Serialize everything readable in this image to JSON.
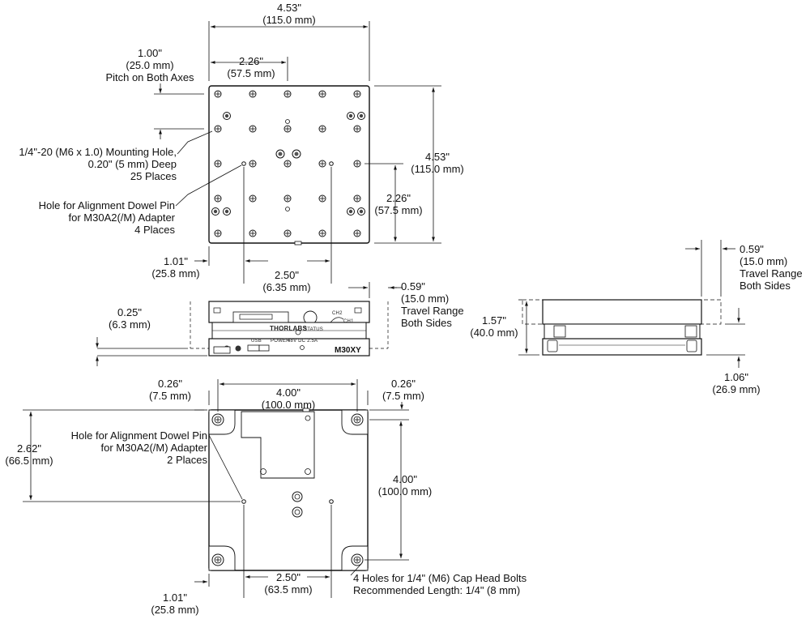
{
  "top_view": {
    "width_in": "4.53\"",
    "width_mm": "(115.0 mm)",
    "pitch_in": "1.00\"",
    "pitch_mm": "(25.0 mm)",
    "pitch_note": "Pitch on Both Axes",
    "half_in": "2.26\"",
    "half_mm": "(57.5 mm)",
    "height_in": "4.53\"",
    "height_mm": "(115.0 mm)",
    "right_half_in": "2.26\"",
    "right_half_mm": "(57.5 mm)",
    "mount_line1": "1/4\"-20 (M6 x 1.0) Mounting Hole,",
    "mount_line2": "0.20\" (5 mm) Deep",
    "mount_line3": "25 Places",
    "dowel_line1": "Hole for Alignment Dowel Pin",
    "dowel_line2": "for M30A2(/M) Adapter",
    "dowel_line3": "4 Places",
    "offset_in": "1.01\"",
    "offset_mm": "(25.8 mm)",
    "dowel_span_in": "2.50\"",
    "dowel_span_mm": "(6.35 mm)"
  },
  "front_view": {
    "height_in": "0.25\"",
    "height_mm": "(6.3 mm)",
    "travel_in": "0.59\"",
    "travel_mm": "(15.0 mm)",
    "travel_line1": "Travel Range",
    "travel_line2": "Both Sides",
    "brand": "THORLABS",
    "model": "M30XY",
    "status": "STATUS",
    "power": "POWER",
    "usb": "USB",
    "ch2": "CH2",
    "ch1": "CH1",
    "spec": "48V DC 2.5A"
  },
  "side_view": {
    "travel_in": "0.59\"",
    "travel_mm": "(15.0 mm)",
    "travel_line1": "Travel Range",
    "travel_line2": "Both Sides",
    "height_in": "1.57\"",
    "height_mm": "(40.0 mm)",
    "base_in": "1.06\"",
    "base_mm": "(26.9 mm)"
  },
  "bottom_view": {
    "left_edge_in": "0.26\"",
    "left_edge_mm": "(7.5 mm)",
    "span_in": "4.00\"",
    "span_mm": "(100.0 mm)",
    "right_edge_in": "0.26\"",
    "right_edge_mm": "(7.5 mm)",
    "height_in": "2.62\"",
    "height_mm": "(66.5 mm)",
    "dowel_line1": "Hole for Alignment Dowel Pin",
    "dowel_line2": "for M30A2(/M) Adapter",
    "dowel_line3": "2 Places",
    "vspan_in": "4.00\"",
    "vspan_mm": "(100.0 mm)",
    "offset_in": "1.01\"",
    "offset_mm": "(25.8 mm)",
    "dowel_span_in": "2.50\"",
    "dowel_span_mm": "(63.5 mm)",
    "bolts_line1": "4 Holes for 1/4\" (M6) Cap Head Bolts",
    "bolts_line2": "Recommended Length: 1/4\" (8 mm)"
  }
}
